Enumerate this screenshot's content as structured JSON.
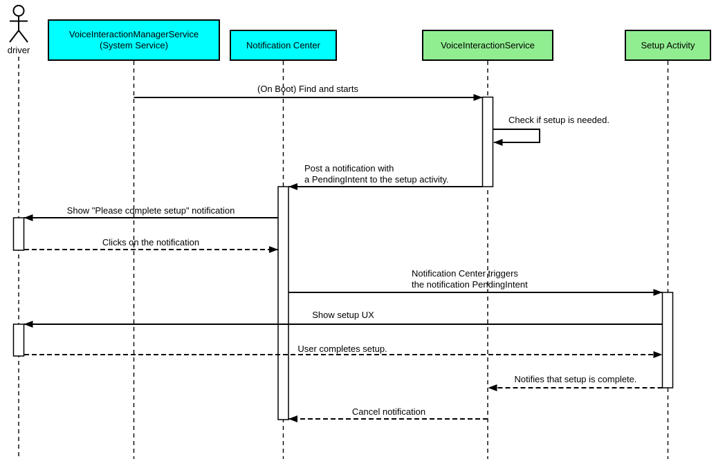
{
  "colors": {
    "participant_primary": "#00ffff",
    "participant_secondary": "#90ee90",
    "line": "#000000",
    "background": "#ffffff"
  },
  "actor": {
    "label": "driver"
  },
  "participants": [
    {
      "label": "VoiceInteractionManagerService\n(System Service)",
      "color": "cyan"
    },
    {
      "label": "Notification Center",
      "color": "cyan"
    },
    {
      "label": "VoiceInteractionService",
      "color": "green"
    },
    {
      "label": "Setup Activity",
      "color": "green"
    }
  ],
  "messages": [
    {
      "text": "(On Boot) Find and starts",
      "from": "VoiceInteractionManagerService (System Service)",
      "to": "VoiceInteractionService",
      "line": "solid"
    },
    {
      "text": "Check if setup is needed.",
      "from": "VoiceInteractionService",
      "to": "VoiceInteractionService",
      "line": "solid"
    },
    {
      "text": "Post a notification with\na PendingIntent to the setup activity.",
      "from": "VoiceInteractionService",
      "to": "Notification Center",
      "line": "solid"
    },
    {
      "text": "Show \"Please complete setup\" notification",
      "from": "Notification Center",
      "to": "driver",
      "line": "solid"
    },
    {
      "text": "Clicks on the notification",
      "from": "driver",
      "to": "Notification Center",
      "line": "dashed"
    },
    {
      "text": "Notification Center triggers\nthe notification PendingIntent",
      "from": "Notification Center",
      "to": "Setup Activity",
      "line": "solid"
    },
    {
      "text": "Show setup UX",
      "from": "Setup Activity",
      "to": "driver",
      "line": "solid"
    },
    {
      "text": "User completes setup.",
      "from": "driver",
      "to": "Setup Activity",
      "line": "dashed"
    },
    {
      "text": "Notifies that setup is complete.",
      "from": "Setup Activity",
      "to": "VoiceInteractionService",
      "line": "dashed"
    },
    {
      "text": "Cancel notification",
      "from": "VoiceInteractionService",
      "to": "Notification Center",
      "line": "dashed"
    }
  ]
}
